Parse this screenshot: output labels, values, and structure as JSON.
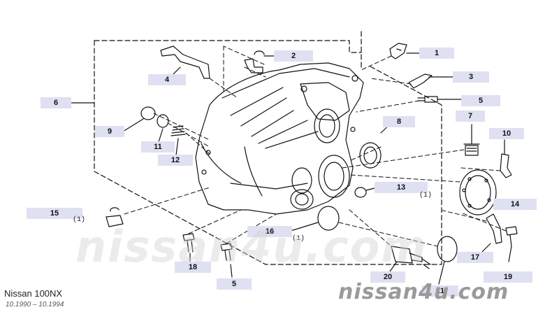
{
  "labels": {
    "p1": "1",
    "p2": "2",
    "p3": "3",
    "p4": "4",
    "p5a": "5",
    "p5b": "5",
    "p6": "6",
    "p7": "7",
    "p8": "8",
    "p9": "9",
    "p10": "10",
    "p11": "11",
    "p12": "12",
    "p13": "13",
    "p14": "14",
    "p15": "15",
    "p16": "16",
    "p17": "17",
    "p18": "18",
    "p19": "19",
    "p20": "20",
    "p21": "21"
  },
  "quantities": {
    "q13": "(1)",
    "q15": "(1)",
    "q16": "(1)"
  },
  "watermark": {
    "center": "nissan4u.com",
    "corner": "nissan4u.com"
  },
  "footer": {
    "model": "Nissan 100NX",
    "dates": "10.1990 – 10.1994"
  },
  "colors": {
    "callout_bg": "#dfe1f2",
    "line": "#111111"
  }
}
